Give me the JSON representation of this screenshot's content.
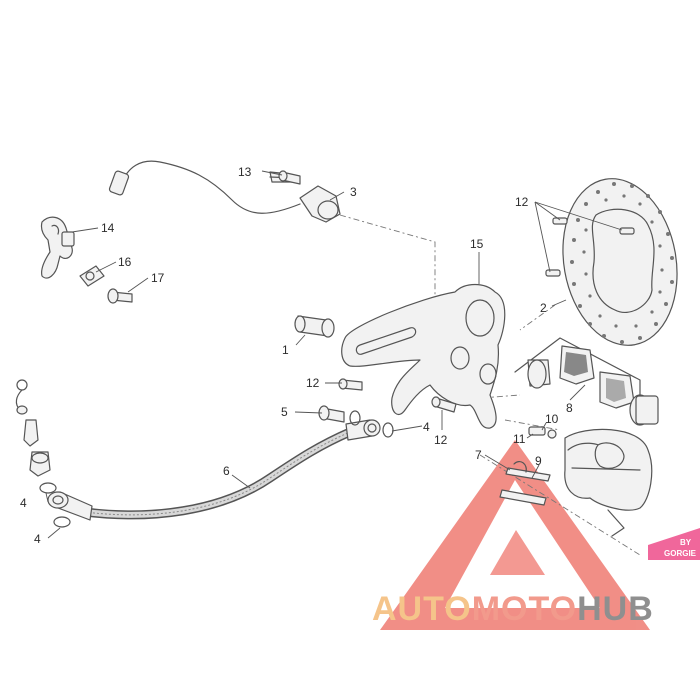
{
  "callouts": {
    "c1": "1",
    "c2": "2",
    "c3": "3",
    "c4a": "4",
    "c4b": "4",
    "c4c": "4",
    "c5": "5",
    "c6": "6",
    "c7": "7",
    "c8": "8",
    "c9": "9",
    "c10": "10",
    "c11": "11",
    "c12a": "12",
    "c12b": "12",
    "c12c": "12",
    "c13": "13",
    "c14": "14",
    "c15": "15",
    "c16": "16",
    "c17": "17"
  },
  "watermark": {
    "auto": "AUTO",
    "moto": "MOTO",
    "hub": "HUB",
    "colors": {
      "auto": "#f5c48a",
      "moto": "#f29a8c",
      "hub": "#8f8f8f",
      "triangle": "#ef7b72"
    }
  },
  "badge": {
    "line1": "BY",
    "line2": "GORGIE",
    "color": "#f0679b"
  }
}
